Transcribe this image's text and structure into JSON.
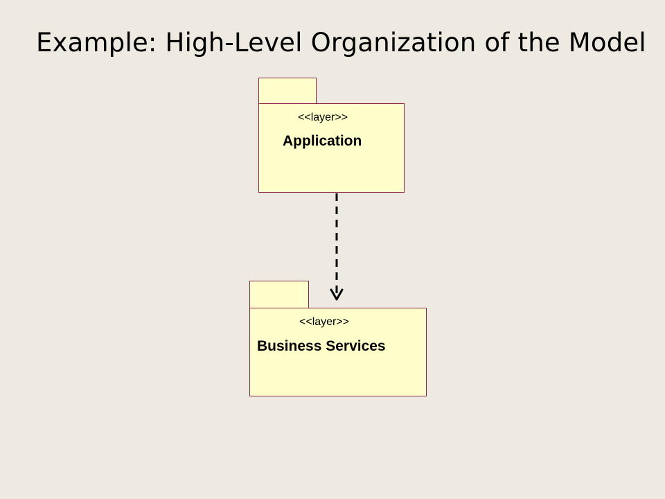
{
  "slide": {
    "title": "Example: High-Level Organization of the Model"
  },
  "packages": [
    {
      "stereotype": "<<layer>>",
      "name": "Application"
    },
    {
      "stereotype": "<<layer>>",
      "name": "Business Services"
    }
  ],
  "dependency": {
    "from": "Application",
    "to": "Business Services",
    "style": "dashed"
  },
  "colors": {
    "background": "#eeeae1",
    "package_fill": "#ffffcc",
    "package_border": "#8b2346",
    "arrow": "#000000"
  }
}
